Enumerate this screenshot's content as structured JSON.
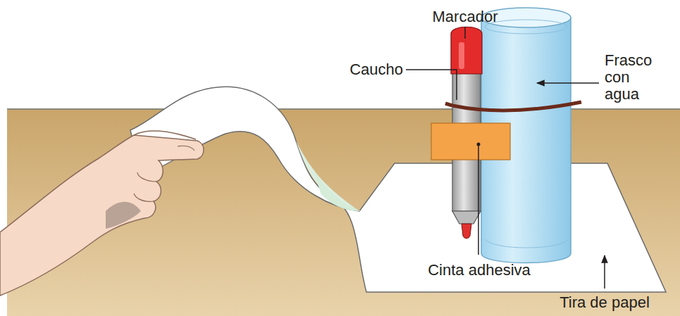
{
  "diagram": {
    "labels": [
      "Marcador",
      "Caucho",
      "Frasco con agua",
      "Cinta adhesiva",
      "Tira de papel"
    ]
  }
}
